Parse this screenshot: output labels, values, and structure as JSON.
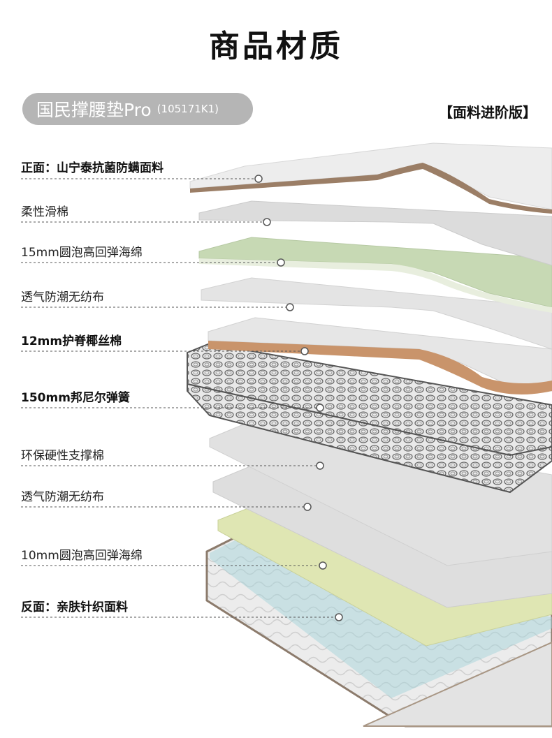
{
  "title": "商品材质",
  "product": {
    "name": "国民撑腰垫Pro",
    "code": "(105171K1)",
    "edition": "【面料进阶版】"
  },
  "layers": [
    {
      "label": "正面：山宁泰抗菌防螨面料",
      "bold": true
    },
    {
      "label": "柔性滑棉",
      "bold": false
    },
    {
      "label": "15mm圆泡高回弹海绵",
      "bold": false
    },
    {
      "label": "透气防潮无纺布",
      "bold": false
    },
    {
      "label": "12mm护脊椰丝棉",
      "bold": true
    },
    {
      "label": "150mm邦尼尔弹簧",
      "bold": true
    },
    {
      "label": "环保硬性支撑棉",
      "bold": false
    },
    {
      "label": "透气防潮无纺布",
      "bold": false
    },
    {
      "label": "10mm圆泡高回弹海绵",
      "bold": false
    },
    {
      "label": "反面：亲肤针织面料",
      "bold": true
    }
  ]
}
